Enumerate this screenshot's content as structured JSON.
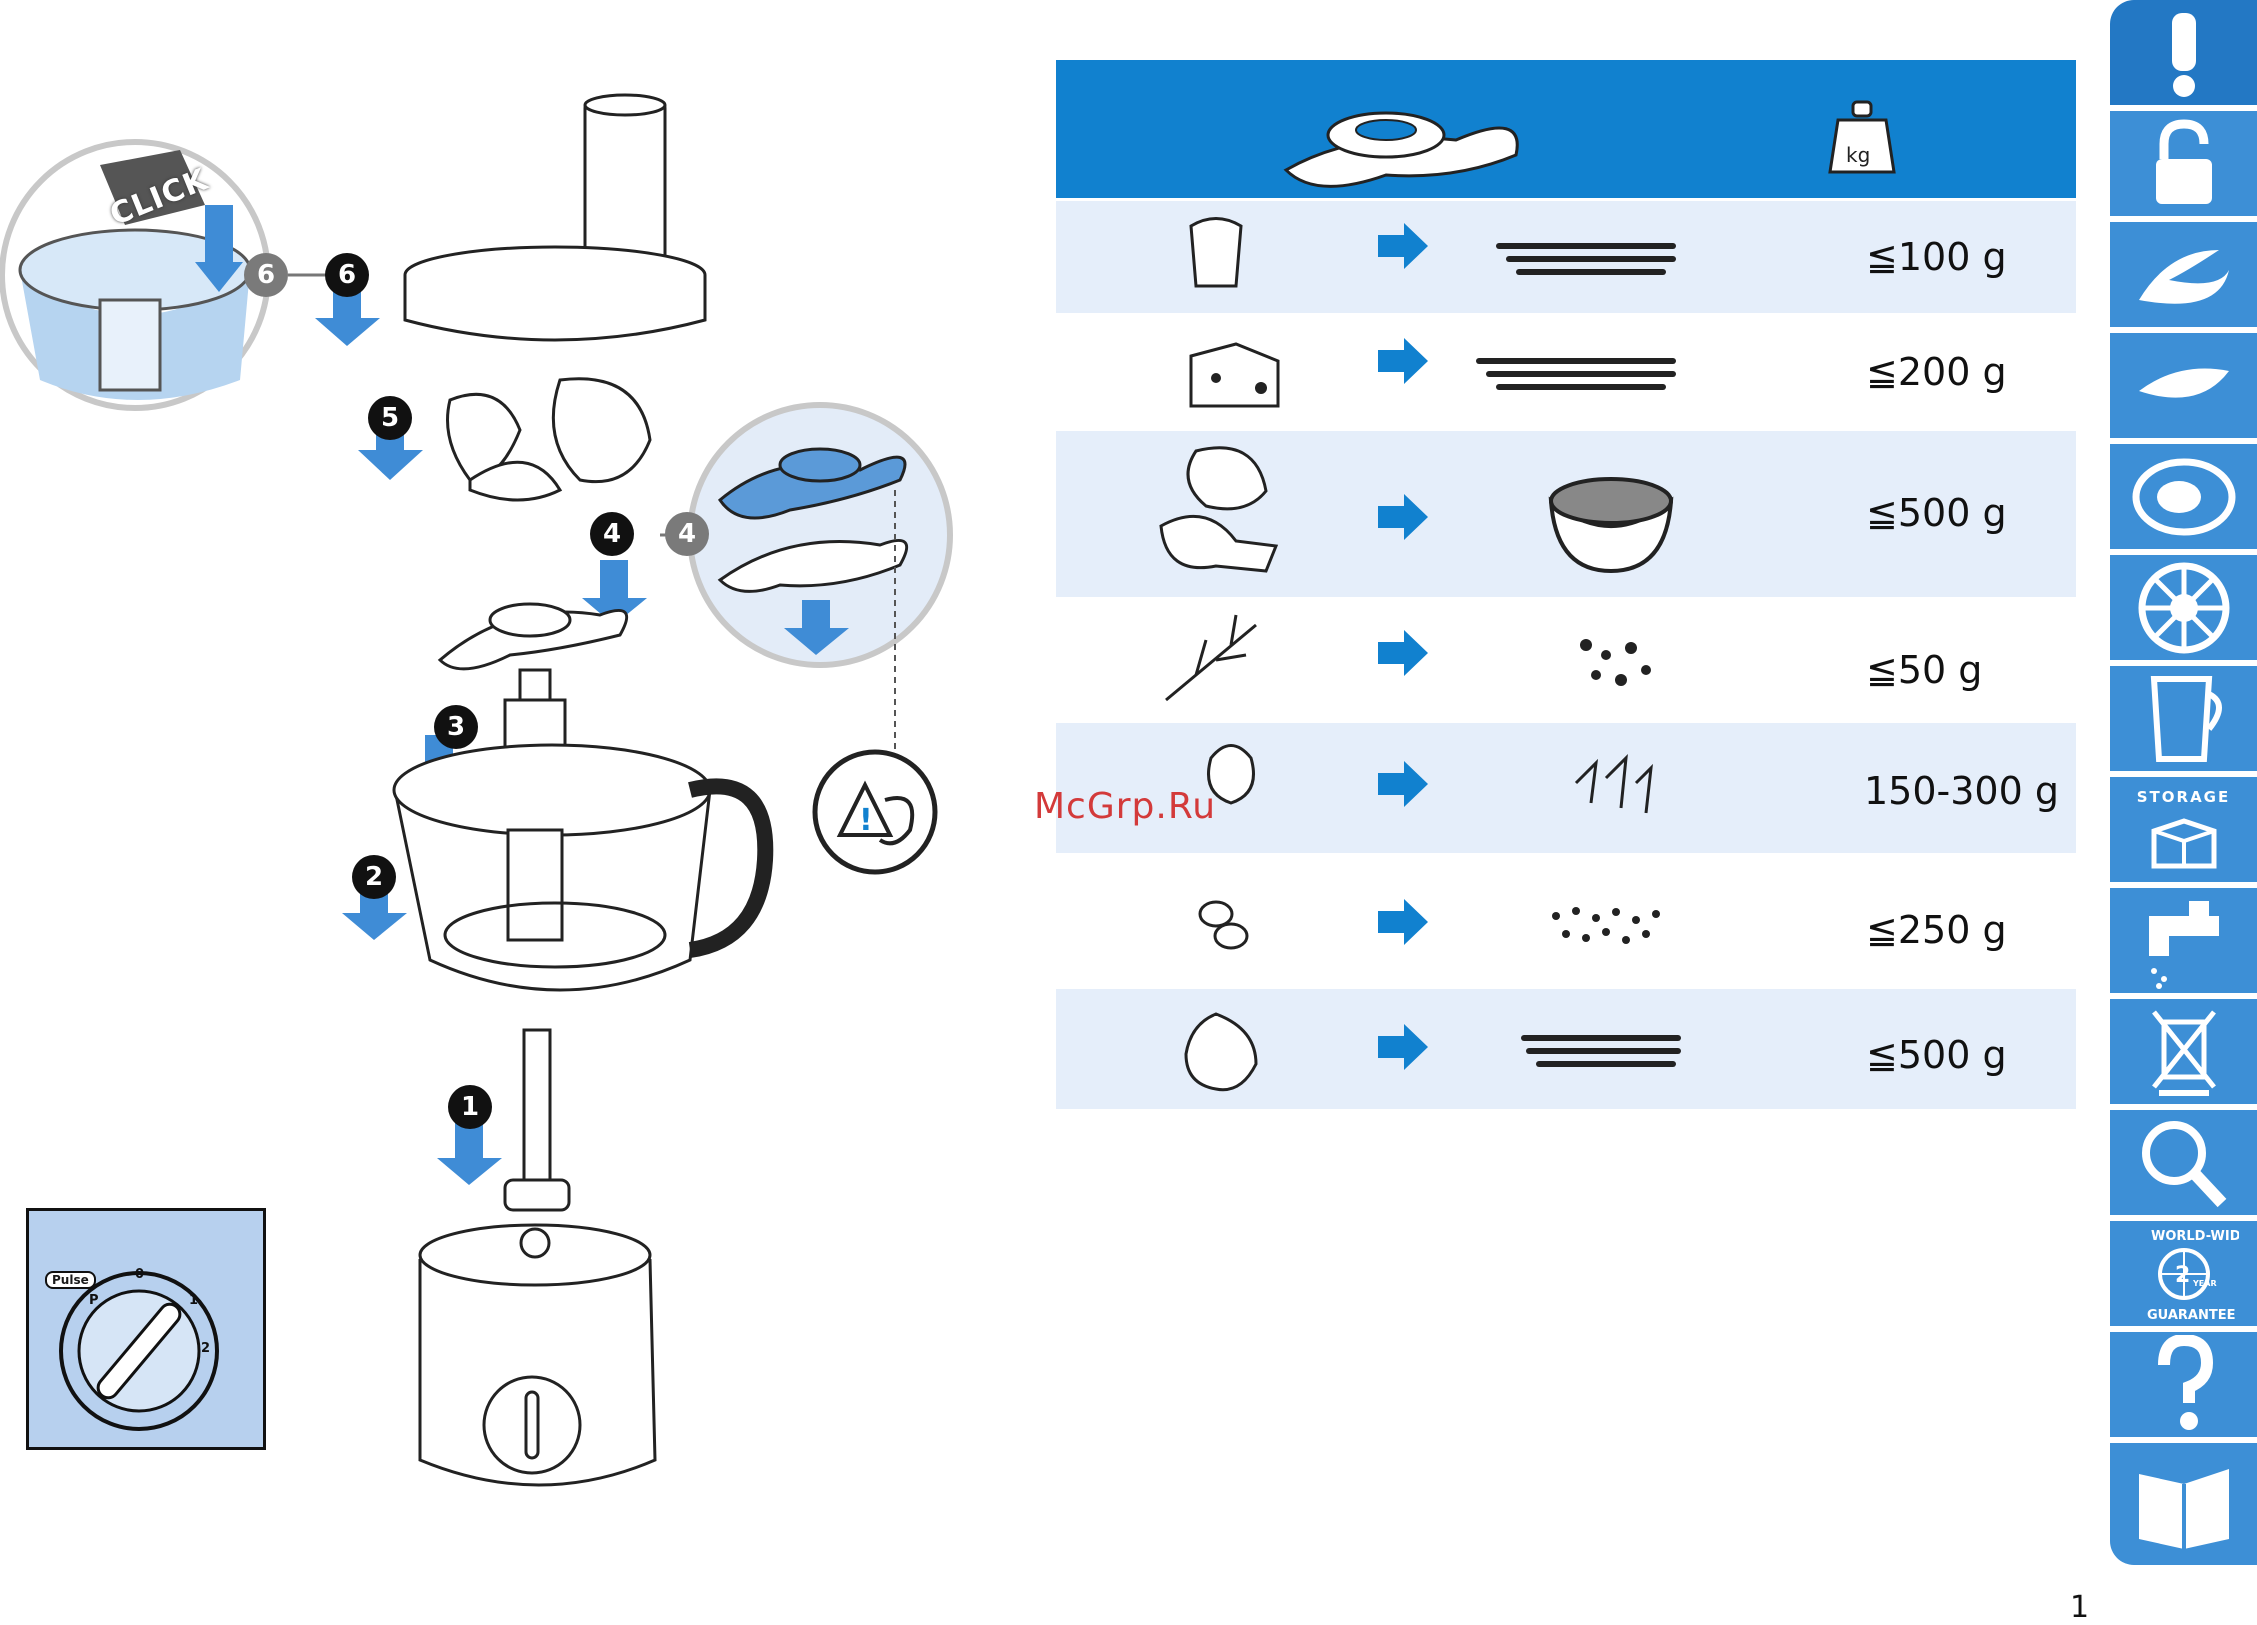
{
  "illustration": {
    "click_label": "CLICK",
    "steps": [
      "1",
      "2",
      "3",
      "4",
      "5",
      "6"
    ],
    "dial": {
      "pulse": "Pulse",
      "pos_0": "0",
      "pos_1": "1",
      "pos_2": "2",
      "pos_p": "P"
    }
  },
  "watermark": "McGrp.Ru",
  "table": {
    "header_unit": "kg",
    "rows": [
      {
        "icon": "bread-icon",
        "result": "chopped-crumbs-icon",
        "qty": "≦100 g"
      },
      {
        "icon": "cheese-icon",
        "result": "chopped-crumbs-icon",
        "qty": "≦200 g"
      },
      {
        "icon": "meat-icon",
        "result": "minced-bowl-icon",
        "qty": "≦500 g"
      },
      {
        "icon": "herbs-icon",
        "result": "chopped-herbs-icon",
        "qty": "≦50 g"
      },
      {
        "icon": "garlic-icon",
        "result": "chopped-garlic-icon",
        "qty": "150-300 g"
      },
      {
        "icon": "nuts-icon",
        "result": "chopped-nuts-icon",
        "qty": "≦250 g"
      },
      {
        "icon": "onion-icon",
        "result": "chopped-crumbs-icon",
        "qty": "≦500 g"
      }
    ]
  },
  "tabs": {
    "storage_label": "STORAGE",
    "guarantee_top": "WORLD-WIDE",
    "guarantee_bottom": "GUARANTEE",
    "guarantee_num": "2",
    "guarantee_year": "YEAR"
  },
  "page_number": "1",
  "colors": {
    "accent": "#1181cf",
    "tab": "#3d8fd6",
    "row_shade": "#e5eefa",
    "part_blue": "#5b9ad8"
  }
}
